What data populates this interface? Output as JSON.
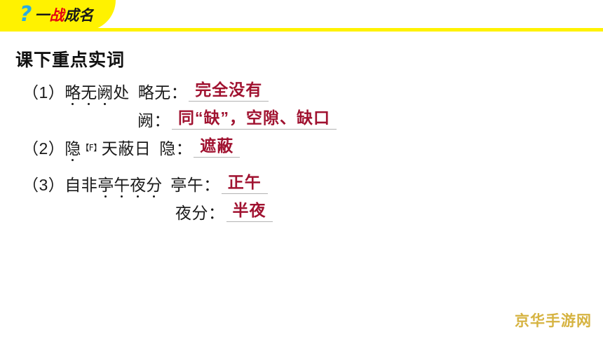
{
  "banner": {
    "icon": "question-mark-icon",
    "logo_parts": [
      {
        "text": "一",
        "highlight": false
      },
      {
        "text": "战",
        "highlight": true
      },
      {
        "text": "成名",
        "highlight": false
      }
    ],
    "logo_full": "一战成名",
    "background_color": "#FFF200",
    "icon_color": "#29ABE2",
    "highlight_color": "#E60012"
  },
  "header": {
    "title": "课下重点实词"
  },
  "entries": [
    {
      "number": "（1）",
      "stem_before": "",
      "stem_dotted": "略无阙",
      "stem_after": "处",
      "label": "略无：",
      "answer": "完全没有"
    },
    {
      "number": "",
      "stem_before": "",
      "stem_dotted": "",
      "stem_after": "",
      "label": "阙：",
      "answer": "同“缺”，空隙、缺口"
    },
    {
      "number": "（2）",
      "stem_before": "",
      "stem_dotted": "隐",
      "sup": "【F】",
      "stem_after": "天蔽日",
      "label": "隐：",
      "answer": "遮蔽"
    },
    {
      "number": "（3）",
      "stem_before": "自非",
      "stem_dotted": "亭午夜分",
      "stem_after": "",
      "label": "亭午：",
      "answer": "正午"
    },
    {
      "number": "",
      "stem_before": "",
      "stem_dotted": "",
      "stem_after": "",
      "label": "夜分：",
      "answer": "半夜"
    }
  ],
  "watermark": {
    "text": "京华手游网",
    "color": "#D4AF37"
  },
  "theme": {
    "answer_color": "#A01230",
    "underline_color": "#B3B3B3",
    "text_color": "#1A1A1A"
  }
}
